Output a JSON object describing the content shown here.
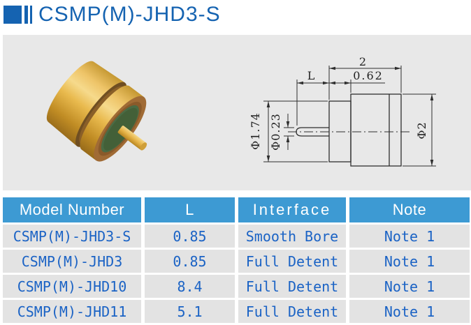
{
  "title": "CSMP(M)-JHD3-S",
  "drawing": {
    "total_length": "2",
    "pin_length_label": "L",
    "front_length": "0.62",
    "front_diameter": "Φ1.74",
    "pin_diameter": "Φ0.23",
    "body_diameter": "Φ2"
  },
  "table": {
    "columns": [
      "Model Number",
      "L",
      "Interface",
      "Note"
    ],
    "rows": [
      {
        "model": "CSMP(M)-JHD3-S",
        "l": "0.85",
        "interface": "Smooth Bore",
        "note": "Note 1"
      },
      {
        "model": "CSMP(M)-JHD3",
        "l": "0.85",
        "interface": "Full Detent",
        "note": "Note 1"
      },
      {
        "model": "CSMP(M)-JHD10",
        "l": "8.4",
        "interface": "Full Detent",
        "note": "Note 1"
      },
      {
        "model": "CSMP(M)-JHD11",
        "l": "5.1",
        "interface": "Full Detent",
        "note": "Note 1"
      }
    ]
  },
  "colors": {
    "accent_blue": "#1563b1",
    "table_header_blue": "#3d9ad3",
    "table_text_blue": "#1b63c5",
    "panel_gray": "#e8e8e8",
    "row_gray": "#e3e3e3"
  }
}
